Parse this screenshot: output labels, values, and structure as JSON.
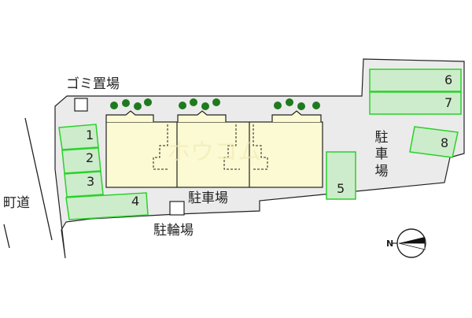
{
  "labels": {
    "garbage": "ゴミ置場",
    "town_road": "町道",
    "parking_center": "駐車場",
    "bicycle_parking": "駐輪場",
    "parking_right": [
      "駐",
      "車",
      "場"
    ],
    "watermark": "ホウコム"
  },
  "parking_spaces": [
    "1",
    "2",
    "3",
    "4",
    "5",
    "6",
    "7",
    "8"
  ],
  "compass": {
    "north_label": "N"
  },
  "colors": {
    "lot": "#ebebeb",
    "building": "#fcfad3",
    "space_fill": "#cdeccb",
    "space_border": "#2ad12a",
    "tree": "#1f7a1f",
    "outline": "#222222"
  }
}
